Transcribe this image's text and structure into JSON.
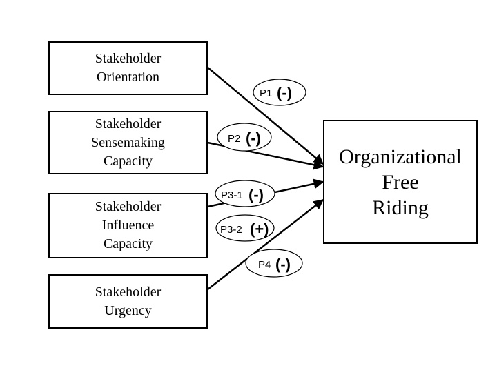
{
  "boxes": {
    "orientation": "Stakeholder\nOrientation",
    "sensemaking": "Stakeholder\nSensemaking\nCapacity",
    "influence": "Stakeholder\nInfluence\nCapacity",
    "urgency": "Stakeholder\nUrgency",
    "outcome": "Organizational\nFree\nRiding"
  },
  "propositions": [
    {
      "id": "P1",
      "sign": "(-)"
    },
    {
      "id": "P2",
      "sign": "(-)"
    },
    {
      "id": "P3-1",
      "sign": "(-)"
    },
    {
      "id": "P3-2",
      "sign": "(+)"
    },
    {
      "id": "P4",
      "sign": "(-)"
    }
  ]
}
